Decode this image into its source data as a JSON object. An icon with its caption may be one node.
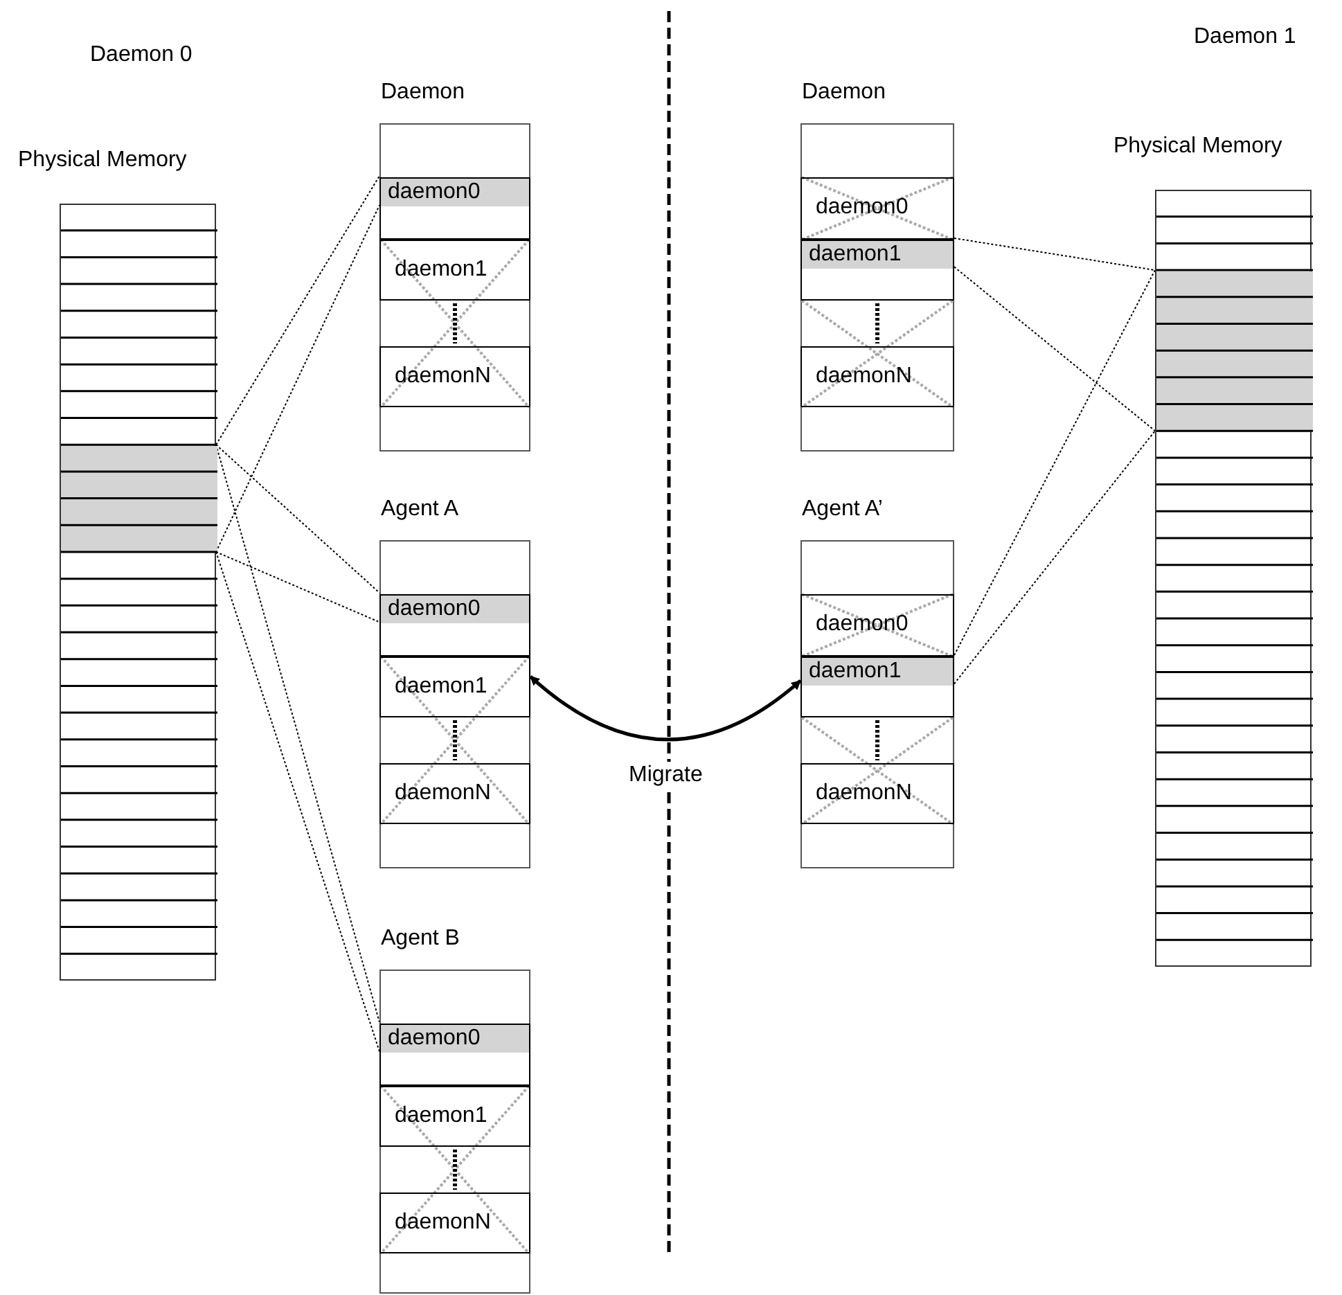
{
  "diagram": {
    "nodes": [
      {
        "text": [
          "Physical Memory"
        ]
      },
      {
        "text": [],
        "shape": "bar",
        "in": 0
      },
      {
        "text": [
          "Daemon"
        ]
      },
      {
        "text": [
          "daemon0"
        ],
        "in": 2
      },
      {
        "text": [
          "daemon1"
        ],
        "in": 2
      },
      {
        "text": [
          "daemonN"
        ],
        "in": 2
      },
      {
        "text": [
          "Agent A"
        ]
      },
      {
        "text": [
          "daemon0"
        ],
        "in": 6
      },
      {
        "text": [
          "daemon1"
        ],
        "in": 6
      },
      {
        "text": [
          "daemonN"
        ],
        "in": 6
      },
      {
        "text": [
          "Agent B"
        ]
      },
      {
        "text": [
          "daemon0"
        ],
        "in": 10
      },
      {
        "text": [
          "daemon1"
        ],
        "in": 10
      },
      {
        "text": [
          "daemonN"
        ],
        "in": 10
      },
      {
        "text": [
          "Daemon"
        ]
      },
      {
        "text": [
          "daemon0"
        ],
        "in": 14
      },
      {
        "text": [
          "daemon1"
        ],
        "in": 14
      },
      {
        "text": [
          "daemonN"
        ],
        "in": 14
      },
      {
        "text": [
          "Agent A’"
        ]
      },
      {
        "text": [
          "daemon0"
        ],
        "in": 18
      },
      {
        "text": [
          "daemon1"
        ],
        "in": 18
      },
      {
        "text": [
          "daemonN"
        ],
        "in": 18
      },
      {
        "text": [
          "Physical Memory"
        ]
      },
      {
        "text": [],
        "shape": "bar",
        "in": 22
      }
    ],
    "edges": [
      {
        "from": 1,
        "to": 3,
        "arrow": "none",
        "style": "dashed"
      },
      {
        "from": 1,
        "to": 3,
        "arrow": "none",
        "style": "dashed"
      },
      {
        "from": 1,
        "to": 7,
        "arrow": "none",
        "style": "dashed"
      },
      {
        "from": 1,
        "to": 7,
        "arrow": "none",
        "style": "dashed"
      },
      {
        "from": 1,
        "to": 11,
        "arrow": "none",
        "style": "dashed"
      },
      {
        "from": 1,
        "to": 11,
        "arrow": "none",
        "style": "dashed"
      },
      {
        "from": 16,
        "to": 23,
        "arrow": "none",
        "style": "dashed"
      },
      {
        "from": 16,
        "to": 23,
        "arrow": "none",
        "style": "dashed"
      },
      {
        "from": 20,
        "to": 23,
        "arrow": "none",
        "style": "dashed"
      },
      {
        "from": 20,
        "to": 23,
        "arrow": "none",
        "style": "dashed"
      },
      {
        "from": 20,
        "to": 8,
        "arrow": "both",
        "label": "Migrate",
        "style": "thick"
      }
    ],
    "labels": [
      "Daemon 0",
      "Daemon 1"
    ]
  }
}
